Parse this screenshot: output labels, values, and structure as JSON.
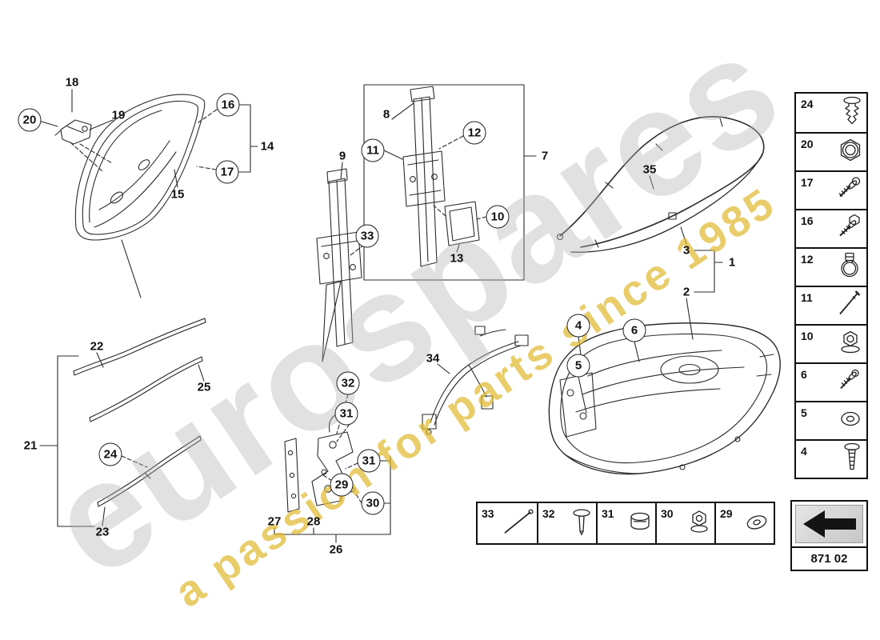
{
  "watermark": {
    "brand": "eurospares",
    "tagline": "a passion for parts since 1985"
  },
  "callouts": {
    "c18": "18",
    "c19": "19",
    "c20": "20",
    "c16": "16",
    "c17": "17",
    "c14": "14",
    "c15": "15",
    "c8": "8",
    "c9": "9",
    "c11": "11",
    "c12": "12",
    "c7": "7",
    "c10": "10",
    "c33": "33",
    "c13": "13",
    "c35": "35",
    "c3": "3",
    "c1": "1",
    "c2": "2",
    "c4": "4",
    "c5": "5",
    "c6": "6",
    "c22": "22",
    "c25": "25",
    "c21": "21",
    "c24": "24",
    "c23": "23",
    "c34": "34",
    "c32": "32",
    "c31a": "31",
    "c31b": "31",
    "c29": "29",
    "c30": "30",
    "c27": "27",
    "c28": "28",
    "c26": "26"
  },
  "sidebar": {
    "items": [
      {
        "number": "24",
        "icon": "expansion-rivet"
      },
      {
        "number": "20",
        "icon": "hex-nut"
      },
      {
        "number": "17",
        "icon": "screw-with-washer"
      },
      {
        "number": "16",
        "icon": "hex-bolt"
      },
      {
        "number": "12",
        "icon": "hose-clamp"
      },
      {
        "number": "11",
        "icon": "long-pin"
      },
      {
        "number": "10",
        "icon": "nut-with-washer"
      },
      {
        "number": "6",
        "icon": "screw-with-washer"
      },
      {
        "number": "5",
        "icon": "washer"
      },
      {
        "number": "4",
        "icon": "pan-head-screw"
      }
    ]
  },
  "bottom_row": {
    "items": [
      {
        "number": "33",
        "icon": "long-pin"
      },
      {
        "number": "32",
        "icon": "push-rivet"
      },
      {
        "number": "31",
        "icon": "grommet-sleeve"
      },
      {
        "number": "30",
        "icon": "flange-nut"
      },
      {
        "number": "29",
        "icon": "washer"
      }
    ]
  },
  "nav": {
    "page_code": "871 02"
  }
}
